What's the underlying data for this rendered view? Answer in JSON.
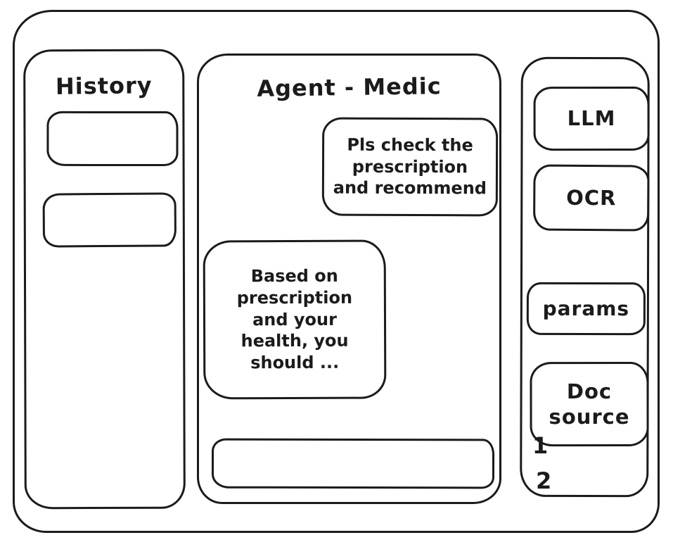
{
  "history": {
    "title": "History",
    "items": [
      {
        "label": ""
      },
      {
        "label": ""
      }
    ]
  },
  "chat": {
    "title": "Agent - Medic",
    "messages": [
      {
        "role": "user",
        "text": "Pls check the\nprescription\nand recommend"
      },
      {
        "role": "assistant",
        "text": "Based on\nprescription\nand your\nhealth, you\nshould ..."
      }
    ],
    "input_value": ""
  },
  "tools": {
    "buttons": [
      {
        "label": "LLM"
      },
      {
        "label": "OCR"
      },
      {
        "label": "params"
      },
      {
        "label": "Doc\nsource"
      }
    ],
    "list_numbers": [
      "1",
      "2"
    ]
  },
  "colors": {
    "ink": "#1b1b1b",
    "background": "#ffffff"
  }
}
